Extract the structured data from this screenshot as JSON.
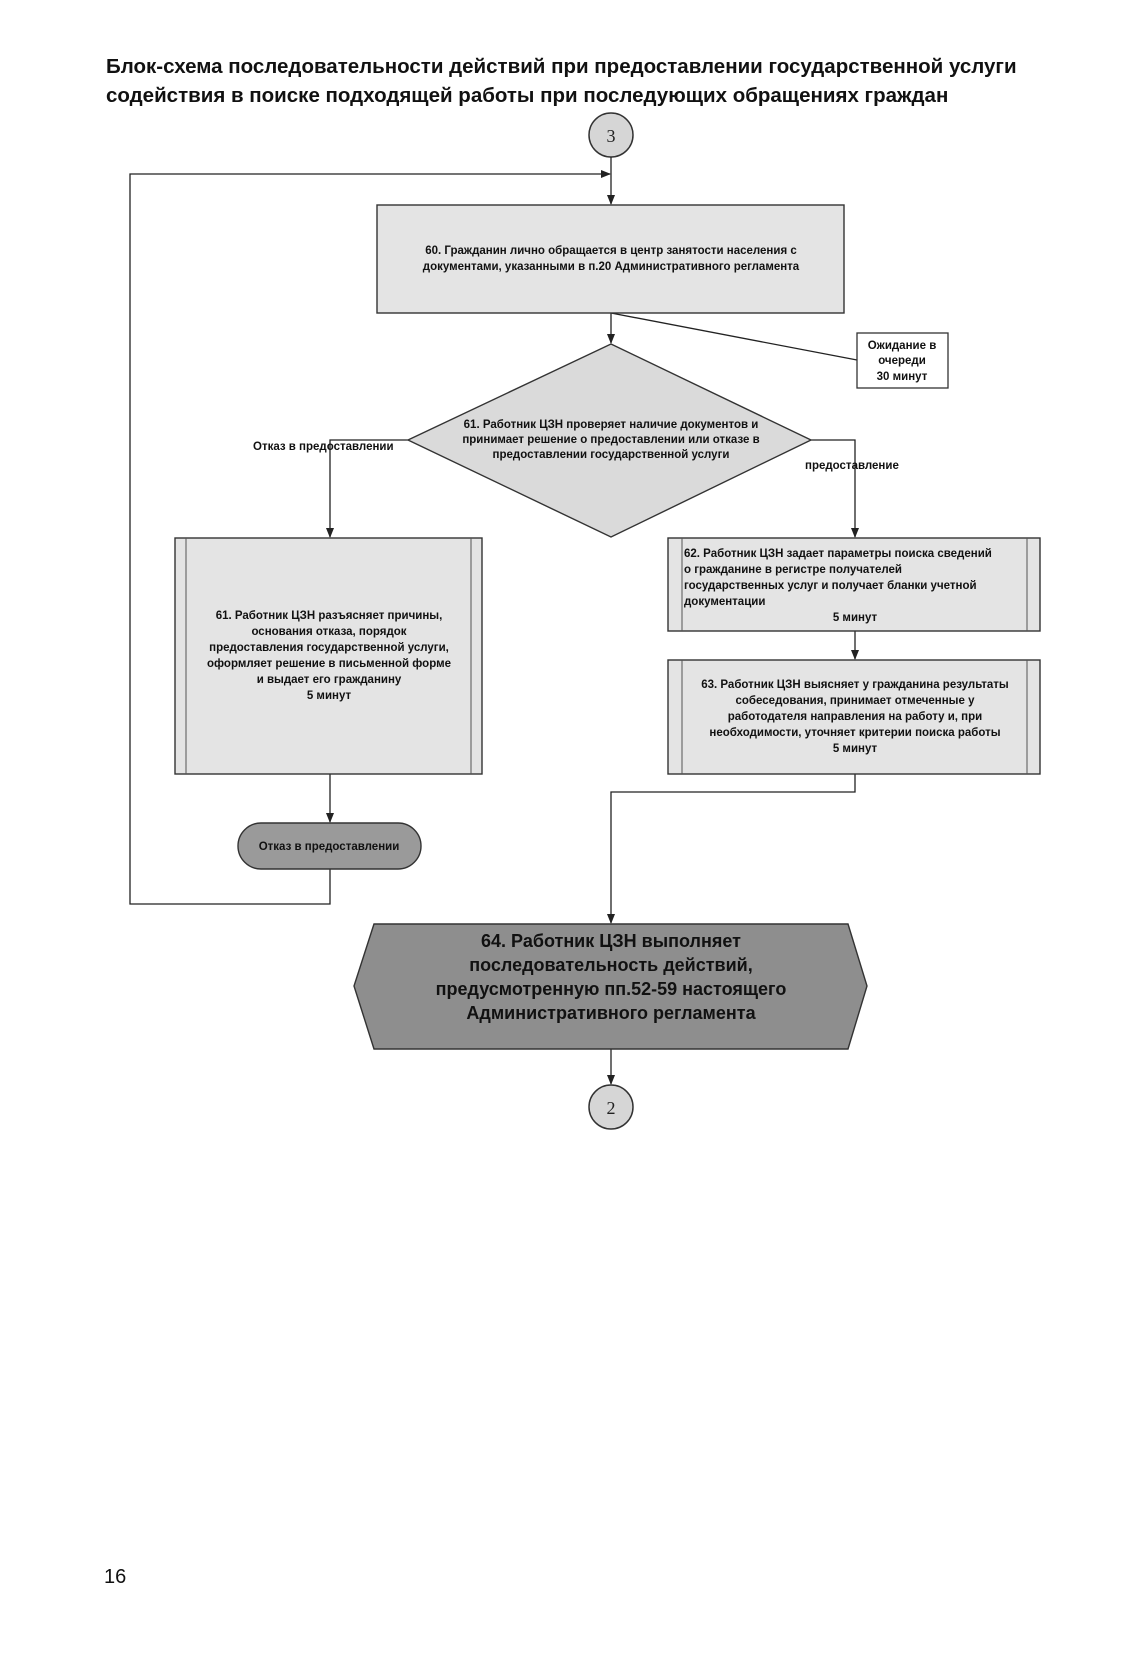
{
  "title": {
    "line1": "Блок-схема последовательности действий при предоставлении государственной услуги",
    "line2": "содействия в поиске подходящей работы при последующих обращениях граждан"
  },
  "connectors": {
    "start": "3",
    "end": "2"
  },
  "step60": {
    "lines": [
      "60. Гражданин лично обращается в центр занятости населения с",
      "документами, указанными в п.20 Административного регламента"
    ]
  },
  "queue": {
    "lines": [
      "Ожидание в",
      "очереди",
      "30  минут"
    ]
  },
  "decision61": {
    "lines": [
      "61. Работник ЦЗН проверяет наличие документов и",
      "принимает решение о предоставлении или отказе в",
      "предоставлении государственной услуги"
    ]
  },
  "labels": {
    "refuse": "Отказ в предоставлении",
    "grant": "предоставление"
  },
  "step61": {
    "lines": [
      "61. Работник ЦЗН разъясняет причины,",
      "основания отказа, порядок",
      "предоставления государственной услуги,",
      "оформляет решение в письменной форме",
      "и выдает его гражданину",
      "5  минут"
    ]
  },
  "step62": {
    "lines": [
      "62. Работник ЦЗН задает параметры поиска сведений",
      "о гражданине в регистре получателей",
      "государственных услуг и получает бланки учетной",
      "документации",
      "5 минут"
    ]
  },
  "step63": {
    "lines": [
      "63.  Работник ЦЗН выясняет у гражданина результаты",
      "собеседования, принимает отмеченные у",
      "работодателя направления на работу и, при",
      "необходимости, уточняет критерии поиска работы",
      "5 минут"
    ]
  },
  "terminator": {
    "label": "Отказ в предоставлении"
  },
  "step64": {
    "lines": [
      "64. Работник ЦЗН выполняет",
      "последовательность действий,",
      "предусмотренную пп.52-59 настоящего",
      "Административного регламента"
    ]
  },
  "page_number": "16"
}
